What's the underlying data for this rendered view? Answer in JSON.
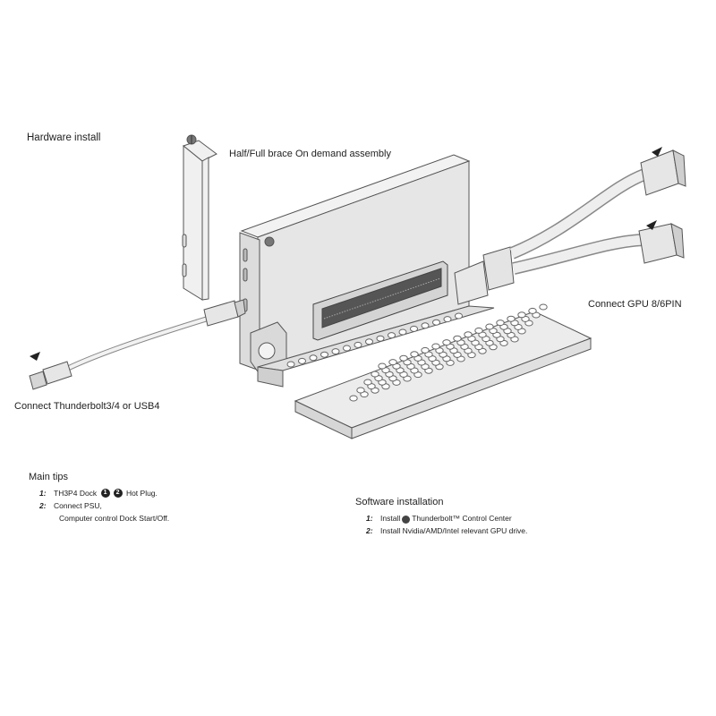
{
  "labels": {
    "hardware_install": "Hardware install",
    "brace_assembly": "Half/Full brace On demand assembly",
    "connect_gpu": "Connect GPU 8/6PIN",
    "connect_host": "Connect Thunderbolt3/4 or USB4"
  },
  "main_tips": {
    "title": "Main tips",
    "items": [
      {
        "num": "1:",
        "pre": "TH3P4 Dock",
        "c1": "1",
        "c2": "2",
        "post": "Hot Plug."
      },
      {
        "num": "2:",
        "line1": "Connect PSU,",
        "line2": "Computer control Dock Start/Off."
      }
    ]
  },
  "software": {
    "title": "Software installation",
    "items": [
      {
        "num": "1:",
        "pre": "Install",
        "post": "Thunderbolt™ Control Center"
      },
      {
        "num": "2:",
        "text": "Install Nvidia/AMD/Intel relevant GPU drive."
      }
    ]
  },
  "colors": {
    "line": "#555555",
    "fill": "#eeeeee",
    "dark": "#222222"
  }
}
